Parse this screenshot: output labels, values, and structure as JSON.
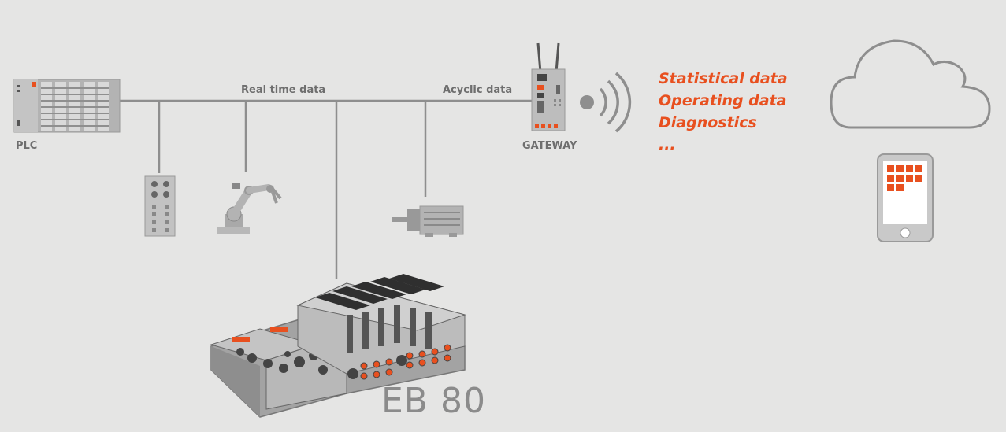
{
  "labels": {
    "plc": "PLC",
    "realtime": "Real time data",
    "acyclic": "Acyclic data",
    "gateway": "GATEWAY",
    "product": "EB 80"
  },
  "cloud_data": {
    "items": [
      "Statistical data",
      "Operating data",
      "Diagnostics",
      "..."
    ]
  },
  "colors": {
    "background": "#e5e5e4",
    "line": "#8e8e8e",
    "device_gray": "#b3b3b3",
    "dark_gray": "#555555",
    "accent_orange": "#e8501f"
  },
  "icons": {
    "plc": "plc-rack-icon",
    "io": "io-module-icon",
    "robot": "robot-arm-icon",
    "motor": "motor-icon",
    "gateway": "gateway-router-icon",
    "wireless": "wireless-signal-icon",
    "cloud": "cloud-icon",
    "phone": "smartphone-icon",
    "valve": "valve-island-icon"
  }
}
